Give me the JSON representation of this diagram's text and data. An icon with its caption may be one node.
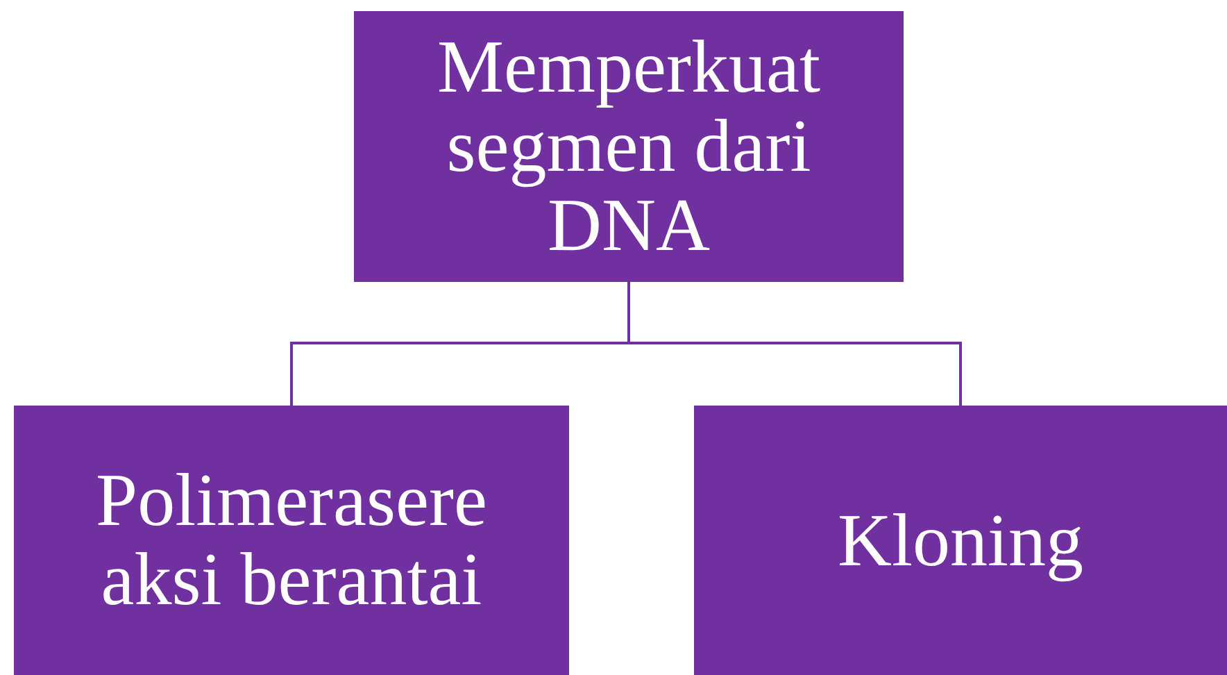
{
  "diagram": {
    "nodes": [
      {
        "text": [
          "Memperkuat segmen dari DNA"
        ]
      },
      {
        "text": [
          "Polimerasere aksi berantai"
        ]
      },
      {
        "text": [
          "Kloning"
        ]
      }
    ],
    "edges": [
      {
        "from": 0,
        "to": 1,
        "arrow": "none"
      },
      {
        "from": 0,
        "to": 2,
        "arrow": "none"
      }
    ]
  }
}
